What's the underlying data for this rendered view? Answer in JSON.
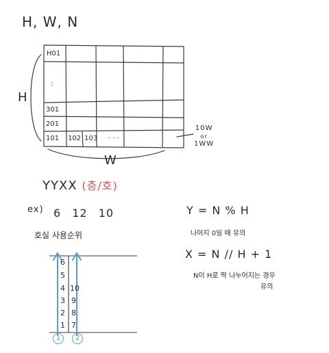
{
  "header": {
    "variables": "H, W, N"
  },
  "grid": {
    "height_label": "H",
    "width_label": "W",
    "side_label": [
      "10W",
      "or",
      "1WW"
    ],
    "cells": {
      "top_left": "H01",
      "dots": ":",
      "r301": "301",
      "r201": "201",
      "r101": "101",
      "r102": "102",
      "r103": "103",
      "ellipsis": "· · ·"
    }
  },
  "format": {
    "pattern": "YYXX",
    "note": "(층/호)"
  },
  "example": {
    "label": "ex)",
    "values": "6 12 10",
    "caption": "호실 사용순위",
    "column1": [
      "6",
      "5",
      "4",
      "3",
      "2",
      "1"
    ],
    "column2": [
      "10",
      "9",
      "8",
      "7"
    ],
    "circle1": "1",
    "circle2": "2"
  },
  "formulas": {
    "y": "Y = N % H",
    "y_note": "나머지 0일 때 유의",
    "x": "X = N // H + 1",
    "x_note_1": "N이 H로 딱 나누어지는 경우",
    "x_note_2": "유의"
  },
  "colors": {
    "ink": "#2b2b2b",
    "accent_red": "#d9534f",
    "arrow_blue": "#5b9bd5"
  }
}
